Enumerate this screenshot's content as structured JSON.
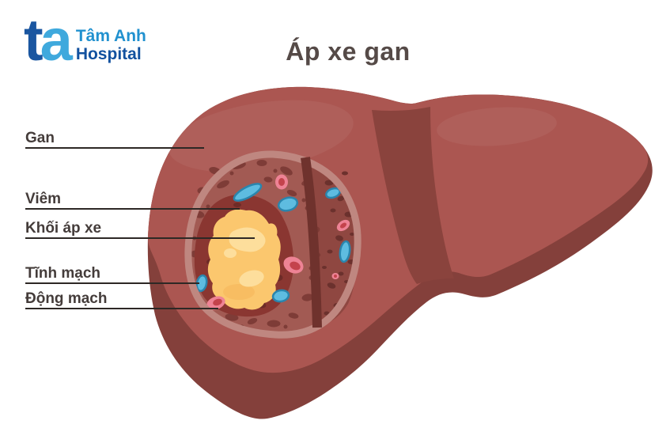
{
  "logo": {
    "monogram_t": "t",
    "monogram_a": "a",
    "name_line1": "Tâm Anh",
    "name_line2": "Hospital"
  },
  "title": "Áp xe gan",
  "labels": [
    {
      "id": "gan",
      "text": "Gan"
    },
    {
      "id": "viem",
      "text": "Viêm"
    },
    {
      "id": "khoi-ap-xe",
      "text": "Khối áp xe"
    },
    {
      "id": "tinh-mach",
      "text": "Tĩnh mạch"
    },
    {
      "id": "dong-mach",
      "text": "Động mạch"
    }
  ],
  "colors": {
    "background": "#ffffff",
    "brand_dark_blue": "#1a56a0",
    "brand_light_blue": "#3fa9dd",
    "title_text": "#554a47",
    "label_text": "#443c3a",
    "leader_line": "#2d2825",
    "liver_base": "#ab5651",
    "liver_shadow": "#84403b",
    "interlobar_band": "#8a433d",
    "cutaway_rim": "#bf8780",
    "cutaway_tissue": "#a25a53",
    "cutaway_tissue_right": "#8f4741",
    "tissue_spot": "#7c3a35",
    "inflammation": "#8a3631",
    "abscess": "#fbc76e",
    "abscess_highlight": "#fdde9c",
    "vein_fill": "#5ebce0",
    "vein_stroke": "#2a85ad",
    "artery_fill": "#ee8395",
    "artery_core": "#c4434c"
  }
}
